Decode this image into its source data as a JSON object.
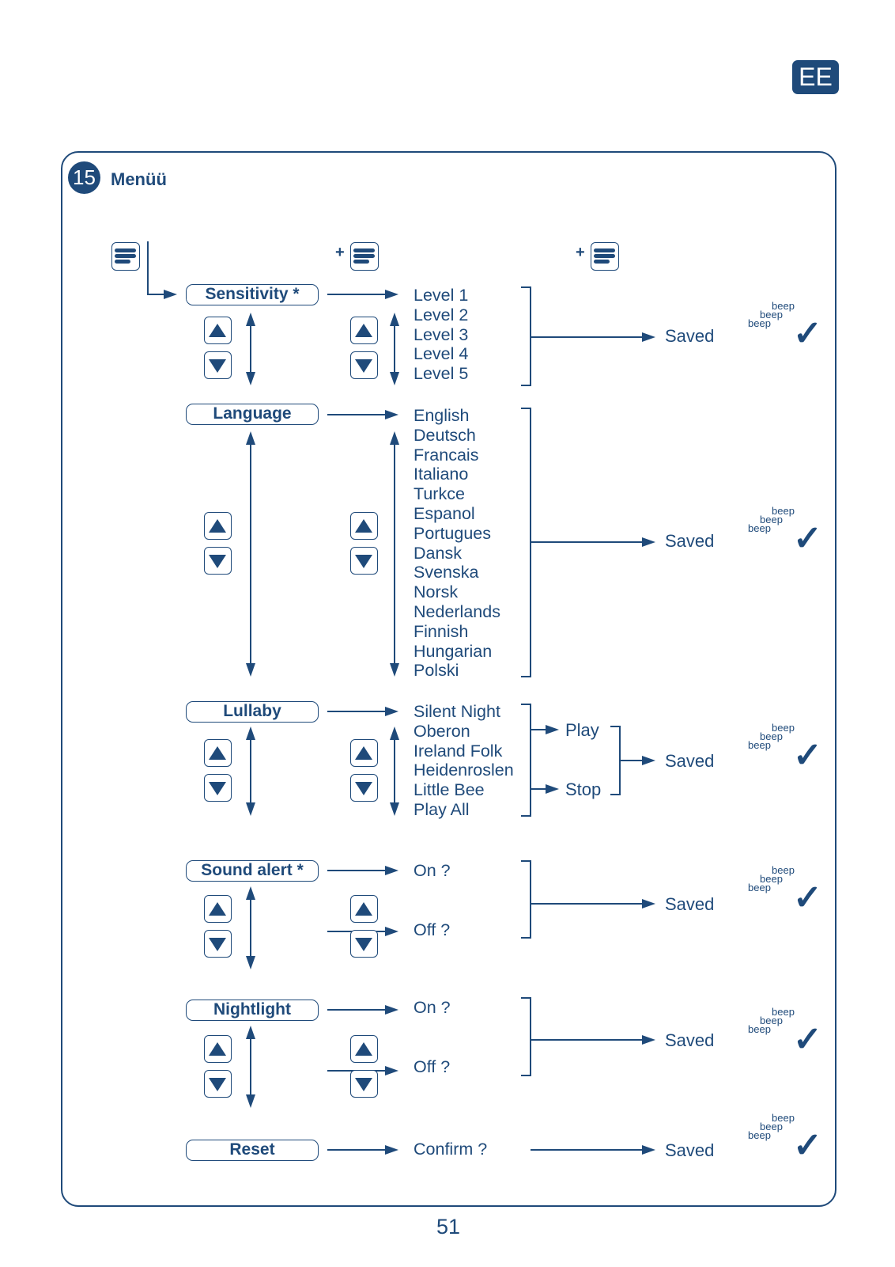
{
  "header": {
    "language_badge": "EE"
  },
  "section": {
    "number": "15",
    "title": "Menüü"
  },
  "page_number": "51",
  "icons": {
    "menu": "menu-icon",
    "up": "arrow-up-button",
    "down": "arrow-down-button",
    "confirm": "check-icon",
    "plus": "+"
  },
  "rows": [
    {
      "label": "Sensitivity *",
      "options": [
        "Level 1",
        "Level 2",
        "Level 3",
        "Level 4",
        "Level 5"
      ],
      "result": "Saved",
      "beeps": [
        "beep",
        "beep",
        "beep"
      ]
    },
    {
      "label": "Language",
      "options": [
        "English",
        "Deutsch",
        "Francais",
        "Italiano",
        "Turkce",
        "Espanol",
        "Portugues",
        "Dansk",
        "Svenska",
        "Norsk",
        "Nederlands",
        "Finnish",
        "Hungarian",
        "Polski"
      ],
      "result": "Saved",
      "beeps": [
        "beep",
        "beep",
        "beep"
      ]
    },
    {
      "label": "Lullaby",
      "options": [
        "Silent Night",
        "Oberon",
        "Ireland Folk",
        "Heidenroslen",
        "Little Bee",
        "Play All"
      ],
      "actions": [
        "Play",
        "Stop"
      ],
      "result": "Saved",
      "beeps": [
        "beep",
        "beep",
        "beep"
      ]
    },
    {
      "label": "Sound alert *",
      "options": [
        "On ?",
        "Off ?"
      ],
      "result": "Saved",
      "beeps": [
        "beep",
        "beep",
        "beep"
      ]
    },
    {
      "label": "Nightlight",
      "options": [
        "On ?",
        "Off ?"
      ],
      "result": "Saved",
      "beeps": [
        "beep",
        "beep",
        "beep"
      ]
    },
    {
      "label": "Reset",
      "options": [
        "Confirm ?"
      ],
      "result": "Saved",
      "beeps": [
        "beep",
        "beep",
        "beep"
      ]
    }
  ],
  "colors": {
    "primary": "#1f4a7a"
  },
  "check_glyph": "✓"
}
